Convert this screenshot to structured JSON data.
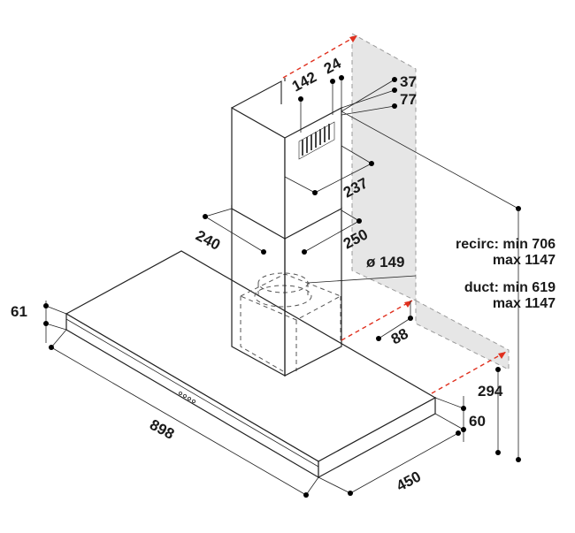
{
  "dimensions": {
    "d142": "142",
    "d24": "24",
    "d37": "37",
    "d77": "77",
    "d237": "237",
    "d240": "240",
    "d250": "250",
    "d149": "ø 149",
    "d61": "61",
    "d88": "88",
    "d294": "294",
    "d60": "60",
    "d898": "898",
    "d450": "450"
  },
  "notes": {
    "recirc_line1": "recirc: min 706",
    "recirc_line2": "max 1147",
    "duct_line1": "duct: min 619",
    "duct_line2": "max 1147"
  },
  "colors": {
    "wall": "#e6e6e6",
    "arrow": "#e0301e",
    "line": "#222222"
  },
  "icons": {
    "control_buttons": "control-buttons-icon",
    "vent_grille": "vent-grille-icon"
  }
}
